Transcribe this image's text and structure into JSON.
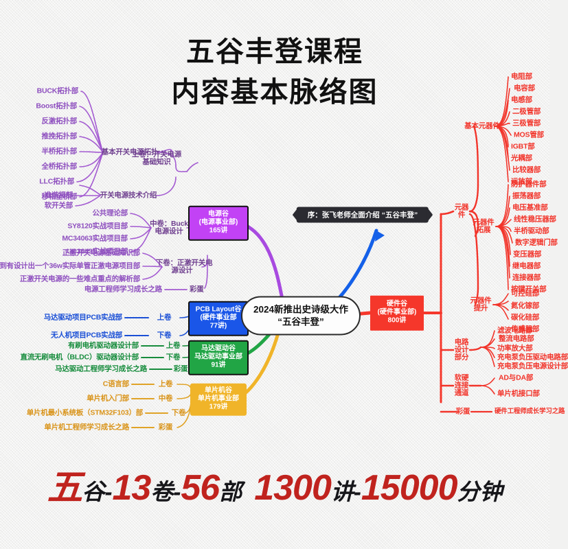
{
  "title": {
    "line1": "五谷丰登课程",
    "line2": "内容基本脉络图"
  },
  "center": {
    "line1": "2024新推出史诗级大作",
    "line2": "“五谷丰登”"
  },
  "tooltip": {
    "text": "序：张飞老师全面介绍 “五谷丰登”"
  },
  "colors": {
    "power_purple": "#c242f5",
    "pcb_blue": "#1a56e8",
    "motor_green": "#21a545",
    "mcu_amber": "#f0b429",
    "hardware_red": "#f5372b",
    "branch_purple": "#a35ad1",
    "branch_blue": "#1a4fd6",
    "branch_green": "#168c3c",
    "branch_amber": "#e0a327",
    "branch_red": "#f2342a",
    "background": "#f1f1f0",
    "footer_red": "#c0231e"
  },
  "boxes": {
    "power": {
      "l1": "电源谷",
      "l2": "(电源事业部)",
      "l3": "165讲"
    },
    "pcb": {
      "l1": "PCB Layout谷",
      "l2": "(硬件事业部",
      "l3": "77讲)"
    },
    "motor": {
      "l1": "马达驱动谷",
      "l2": "马达驱动事业部",
      "l3": "91讲"
    },
    "mcu": {
      "l1": "单片机谷",
      "l2": "单片机事业部",
      "l3": "179讲"
    },
    "hardware": {
      "l1": "硬件谷",
      "l2": "(硬件事业部)",
      "l3": "800讲"
    }
  },
  "power_branch": {
    "volumes": [
      {
        "name1": "上卷：开关电源",
        "name2": "基础知识"
      },
      {
        "name1": "中卷：Buck",
        "name2": "电源设计"
      },
      {
        "name1": "下卷：正激开关电",
        "name2": "源设计"
      },
      {
        "name1": "彩蛋",
        "name2": ""
      }
    ],
    "groups": [
      {
        "label": "基本开关电源拓扑",
        "items": [
          "BUCK拓扑部",
          "Boost拓扑部",
          "反激拓扑部",
          "推挽拓扑部",
          "半桥拓扑部",
          "全桥拓扑部",
          "LLC拓扑部",
          "移相全桥部"
        ]
      },
      {
        "label": "开关电源技术介绍",
        "items": [
          "PFC电路部",
          "准谐振部",
          "软开关部"
        ]
      },
      {
        "label": "",
        "items": [
          "公共理论部",
          "SY8120实战项目部",
          "MC34063实战项目部",
          "UC3843实战项目部"
        ]
      },
      {
        "label": "",
        "items": [
          "正激开关电源基础知识部",
          "从无到有设计出一个36w实际单管正激电源项目部",
          "正激开关电源的一些难点重点的解析部"
        ]
      },
      {
        "label": "",
        "items": [
          "电源工程师学习成长之路"
        ]
      }
    ]
  },
  "pcb_branch": {
    "rows": [
      {
        "item": "马达驱动项目PCB实战部",
        "vol": "上卷"
      },
      {
        "item": "无人机项目PCB实战部",
        "vol": "下卷"
      }
    ]
  },
  "motor_branch": {
    "rows": [
      {
        "item": "有刷电机驱动器设计部",
        "vol": "上卷"
      },
      {
        "item": "直流无刷电机（BLDC）驱动器设计部",
        "vol": "下卷"
      },
      {
        "item": "马达驱动工程师学习成长之路",
        "vol": "彩蛋"
      }
    ]
  },
  "mcu_branch": {
    "rows": [
      {
        "item": "C语言部",
        "vol": "上卷"
      },
      {
        "item": "单片机入门部",
        "vol": "中卷"
      },
      {
        "item": "单片机最小系统板（STM32F103）部",
        "vol": "下卷"
      },
      {
        "item": "单片机工程师学习成长之路",
        "vol": "彩蛋"
      }
    ]
  },
  "hardware_branch": {
    "trunks": [
      {
        "l1": "元器",
        "l2": "件"
      },
      {
        "l1": "电路",
        "l2": "设计",
        "l3": "部分"
      },
      {
        "l1": "软硬",
        "l2": "连接",
        "l3": "通道"
      },
      {
        "l1": "彩蛋",
        "l2": ""
      }
    ],
    "groups": [
      {
        "label1": "基本元器件",
        "label2": "",
        "items": [
          "电阻部",
          "电容部",
          "电感部",
          "二极管部",
          "三极管部",
          "MOS管部",
          "IGBT部",
          "光耦部",
          "比较器部",
          "运放部"
        ]
      },
      {
        "label1": "元器件",
        "label2": "拓展",
        "items": [
          "防护器件部",
          "振荡器部",
          "电压基准部",
          "线性稳压器部",
          "半桥驱动部",
          "数字逻辑门部",
          "变压器部",
          "继电器部",
          "连接器部",
          "按键开关部"
        ]
      },
      {
        "label1": "元器件",
        "label2": "提升",
        "items": [
          "可控硅部",
          "氮化镓部",
          "碳化硅部",
          "传感器部"
        ]
      },
      {
        "label1": "",
        "label2": "",
        "items": [
          "滤波电路部",
          "整流电路部",
          "功率放大部",
          "充电泵负压驱动电路部",
          "充电泵负压电源设计部"
        ]
      },
      {
        "label1": "",
        "label2": "",
        "items": [
          "AD与DA部",
          "单片机接口部"
        ]
      },
      {
        "label1": "",
        "label2": "",
        "items": [
          "硬件工程师成长学习之路"
        ]
      }
    ]
  },
  "footer": {
    "p1": "五",
    "p2": "谷-",
    "p3": "13",
    "p4": "卷-",
    "p5": "56",
    "p6": "部",
    "p7": "1300",
    "p8": "讲-",
    "p9": "15000",
    "p10": "分钟"
  }
}
